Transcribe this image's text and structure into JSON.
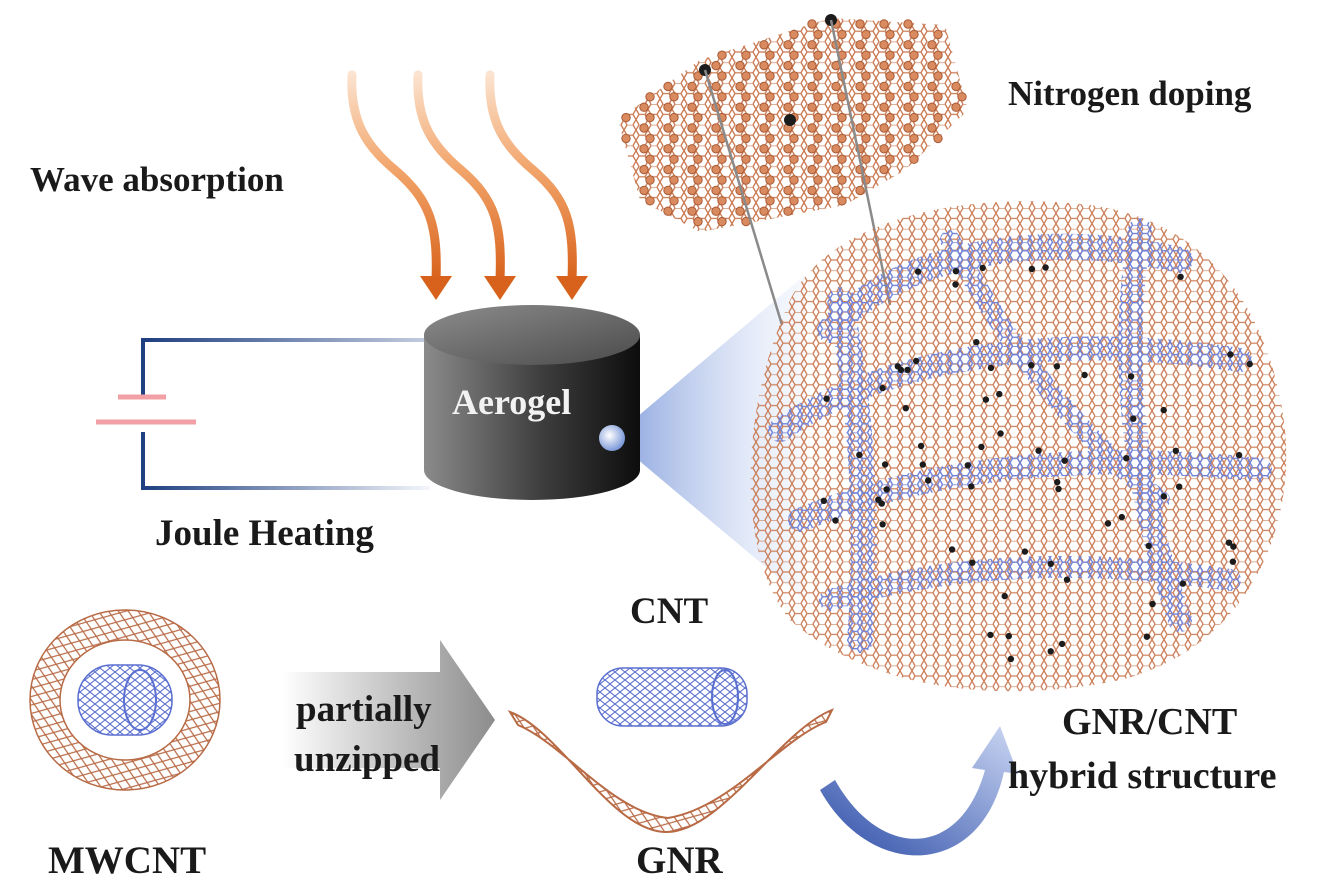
{
  "labels": {
    "wave_absorption": "Wave absorption",
    "nitrogen_doping": "Nitrogen doping",
    "joule_heating": "Joule Heating",
    "aerogel": "Aerogel",
    "cnt": "CNT",
    "mwcnt": "MWCNT",
    "gnr": "GNR",
    "partially": "partially",
    "unzipped": "unzipped",
    "hybrid_line1": "GNR/CNT",
    "hybrid_line2": "hybrid structure"
  },
  "colors": {
    "graphene_orange": "#c97a52",
    "cnt_blue": "#6f82d6",
    "dopant_black": "#1c1c1c",
    "wave_arrow": "#d8742f",
    "wire_blue": "#2f4f8f",
    "battery_pink": "#f2a0a6",
    "aerogel_dark": "#2e2e2e"
  }
}
